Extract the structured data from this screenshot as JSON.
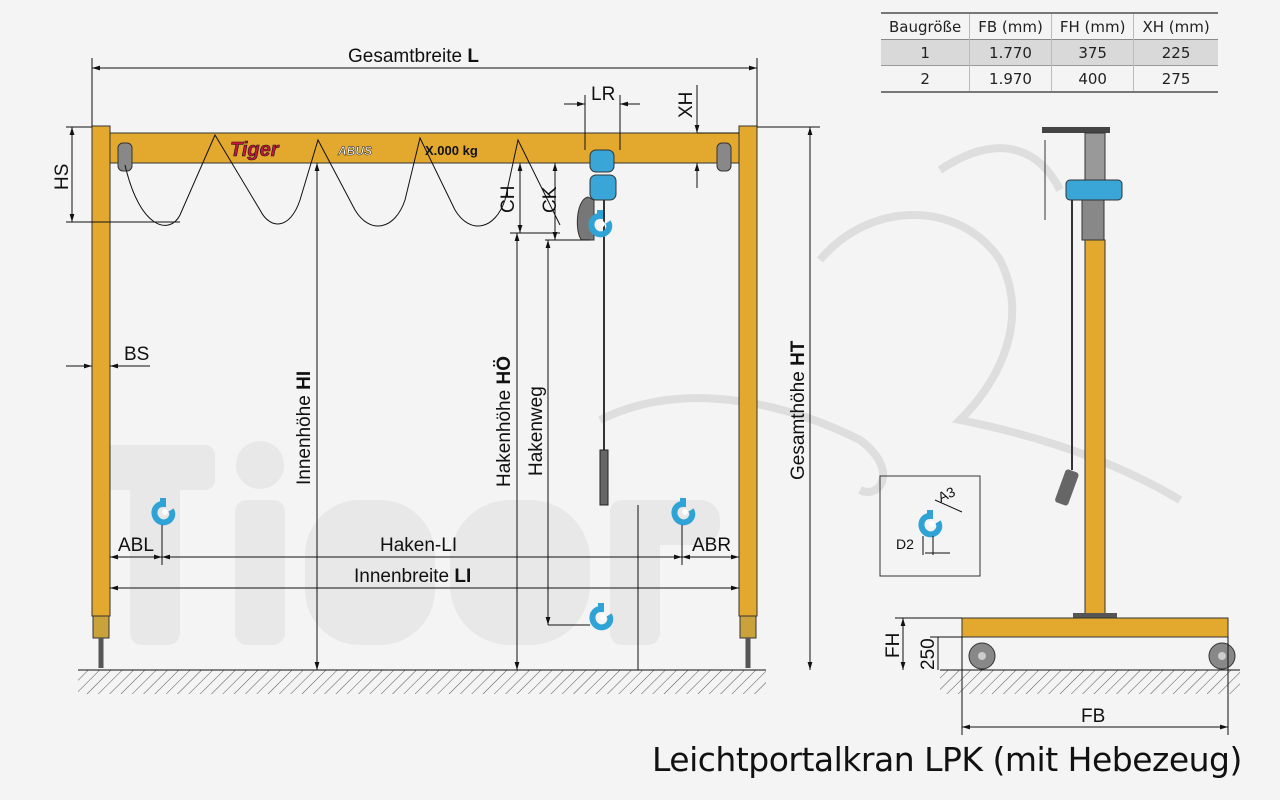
{
  "watermark": "Tiger",
  "colors": {
    "frame": "#e3a92f",
    "hoist": "#3aa6d8",
    "beam_text": "#c8173f"
  },
  "beam": {
    "brand": "Tiger",
    "hoist_brand": "ABUS",
    "capacity": "X.000 kg"
  },
  "dimensions": {
    "total_width": "Gesamtbreite",
    "total_width_symbol": "L",
    "hs": "HS",
    "lr": "LR",
    "xh": "XH",
    "ch": "CH",
    "ck": "CK",
    "bs": "BS",
    "inner_height": "Innenhöhe",
    "inner_height_symbol": "HI",
    "hook_height": "Hakenhöhe",
    "hook_height_symbol": "HÖ",
    "hook_travel": "Hakenweg",
    "total_height": "Gesamthöhe",
    "total_height_symbol": "HT",
    "abl": "ABL",
    "hook_li": "Haken-LI",
    "abr": "ABR",
    "inner_width": "Innenbreite",
    "inner_width_symbol": "LI",
    "a3": "A3",
    "d2": "D2",
    "fh": "FH",
    "fh_fixed": "250",
    "fb": "FB"
  },
  "table": {
    "headers": [
      "Baugröße",
      "FB (mm)",
      "FH (mm)",
      "XH (mm)"
    ],
    "rows": [
      [
        "1",
        "1.770",
        "375",
        "225"
      ],
      [
        "2",
        "1.970",
        "400",
        "275"
      ]
    ]
  },
  "title": "Leichtportalkran LPK (mit Hebezeug)"
}
